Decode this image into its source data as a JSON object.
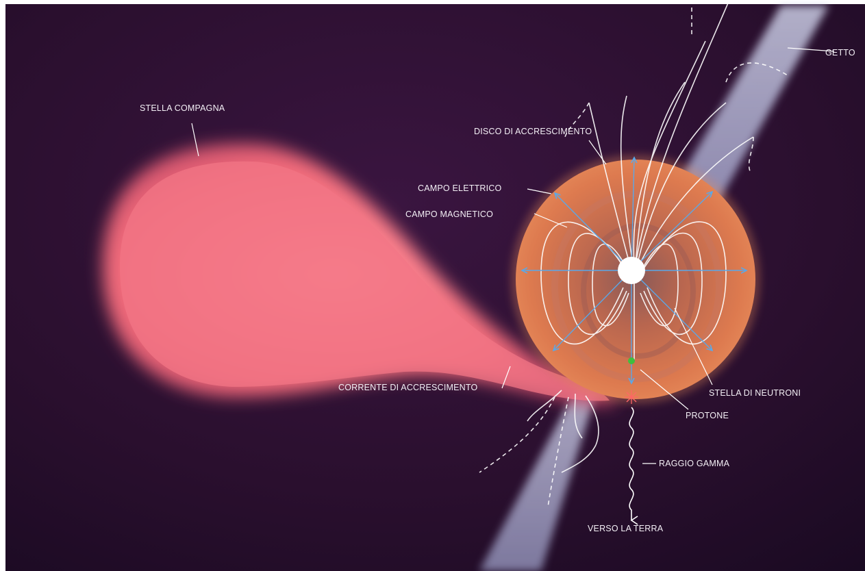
{
  "labels": {
    "getto": "GETTO",
    "stella_compagna": "STELLA COMPAGNA",
    "disco": "DISCO DI ACCRESCIMENTO",
    "campo_elettrico": "CAMPO ELETTRICO",
    "campo_magnetico": "CAMPO MAGNETICO",
    "corrente": "CORRENTE DI ACCRESCIMENTO",
    "stella_neutroni": "STELLA DI NEUTRONI",
    "protone": "PROTONE",
    "raggio_gamma": "RAGGIO GAMMA",
    "verso_terra": "VERSO LA TERRA"
  },
  "colors": {
    "background": "#2a0f2e",
    "companion_star": "#f06a7a",
    "accretion_disk": "#d9764f",
    "jet": "#b9bce0",
    "field_lines": "#ffffff",
    "electric_field": "#5aa8e8",
    "proton": "#3fbf3f"
  }
}
